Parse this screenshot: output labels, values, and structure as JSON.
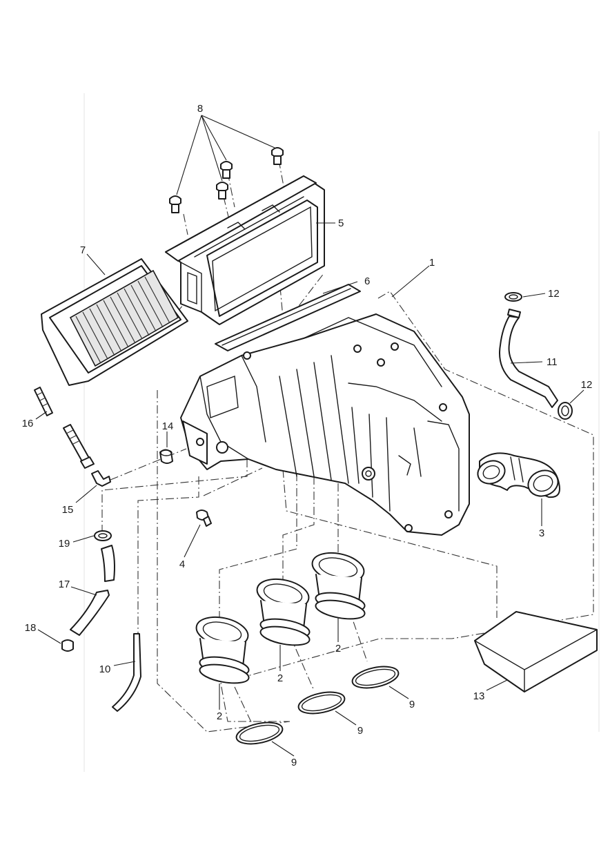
{
  "diagram": {
    "callouts": [
      "8",
      "5",
      "7",
      "6",
      "1",
      "12",
      "11",
      "12",
      "16",
      "14",
      "3",
      "15",
      "19",
      "4",
      "17",
      "18",
      "2",
      "2",
      "2",
      "10",
      "9",
      "9",
      "9",
      "13"
    ]
  },
  "colors": {
    "line": "#1a1a1a",
    "background": "#ffffff"
  }
}
